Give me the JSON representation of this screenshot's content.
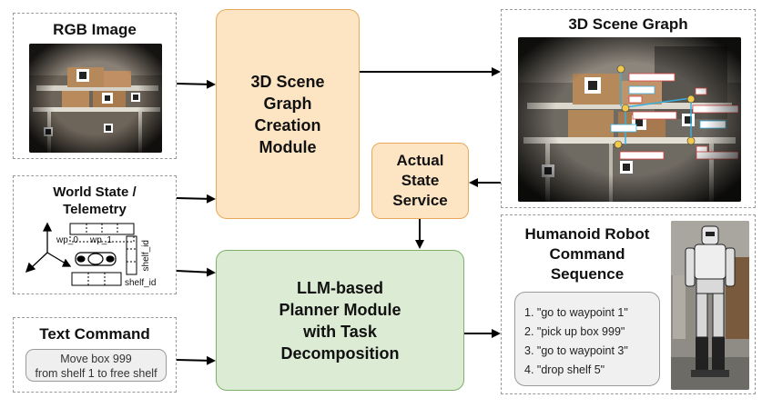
{
  "rgb_panel": {
    "title": "RGB Image"
  },
  "world_state_panel": {
    "title_line1": "World State /",
    "title_line2": "Telemetry",
    "label_wp0": "wp_0",
    "label_wp1": "wp_1",
    "label_shelf_vertical": "shelf_id",
    "label_shelf_horizontal": "shelf_id"
  },
  "text_command_panel": {
    "title": "Text Command",
    "command_line1": "Move box 999",
    "command_line2": "from shelf 1 to free shelf"
  },
  "scene_graph_module": {
    "lines": [
      "3D Scene",
      "Graph",
      "Creation",
      "Module"
    ]
  },
  "actual_state_service": {
    "lines": [
      "Actual",
      "State",
      "Service"
    ]
  },
  "planner_module": {
    "lines": [
      "LLM-based",
      "Planner Module",
      "with Task",
      "Decomposition"
    ]
  },
  "scene_graph_panel": {
    "title": "3D Scene Graph"
  },
  "robot_panel": {
    "title_lines": [
      "Humanoid Robot",
      "Command",
      "Sequence"
    ],
    "commands": [
      "1. \"go to waypoint 1\"",
      "2. \"pick up box 999\"",
      "3. \"go to waypoint 3\"",
      "4. \"drop shelf 5\""
    ]
  },
  "colors": {
    "orange_fill": "#fde5c4",
    "orange_border": "#e8a85a",
    "green_fill": "#dcebd4",
    "green_border": "#7fb069"
  }
}
